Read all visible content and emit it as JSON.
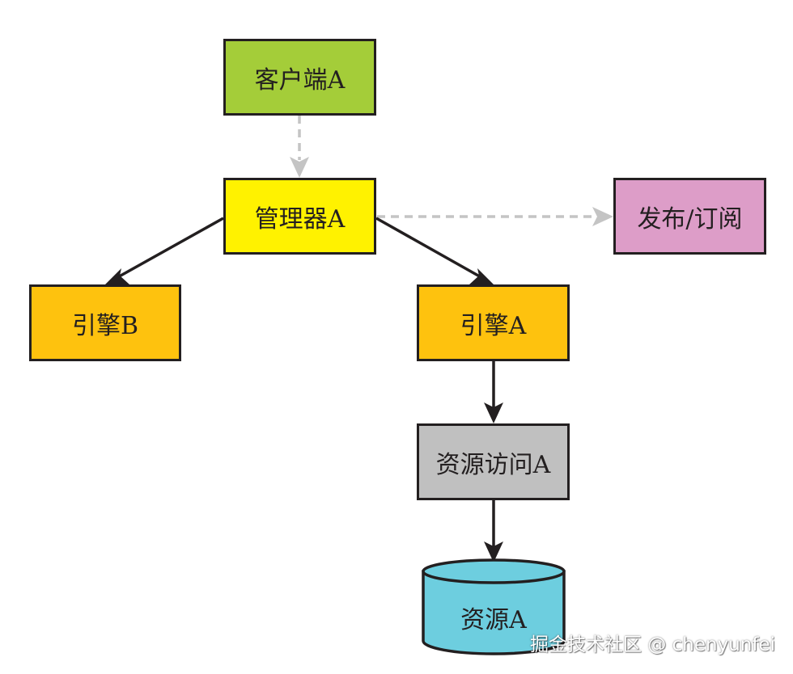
{
  "nodes": {
    "client": {
      "label": "客户端A",
      "color": "#a4cd39"
    },
    "manager": {
      "label": "管理器A",
      "color": "#fff200"
    },
    "pubsub": {
      "label": "发布/订阅",
      "color": "#dd9dc8"
    },
    "engine_b": {
      "label": "引擎B",
      "color": "#fec20e"
    },
    "engine_a": {
      "label": "引擎A",
      "color": "#fec20e"
    },
    "access": {
      "label": "资源访问A",
      "color": "#c0c0c0"
    },
    "resource": {
      "label": "资源A",
      "color": "#6dcedf"
    }
  },
  "edges": [
    {
      "from": "client",
      "to": "manager",
      "style": "dashed"
    },
    {
      "from": "manager",
      "to": "pubsub",
      "style": "dashed"
    },
    {
      "from": "manager",
      "to": "engine_b",
      "style": "solid"
    },
    {
      "from": "manager",
      "to": "engine_a",
      "style": "solid"
    },
    {
      "from": "engine_a",
      "to": "access",
      "style": "solid"
    },
    {
      "from": "access",
      "to": "resource",
      "style": "solid"
    }
  ],
  "colors": {
    "border": "#231f20",
    "solid_arrow": "#231f20",
    "dashed_arrow": "#c4c4c4"
  },
  "watermark": "掘金技术社区 @ chenyunfei"
}
